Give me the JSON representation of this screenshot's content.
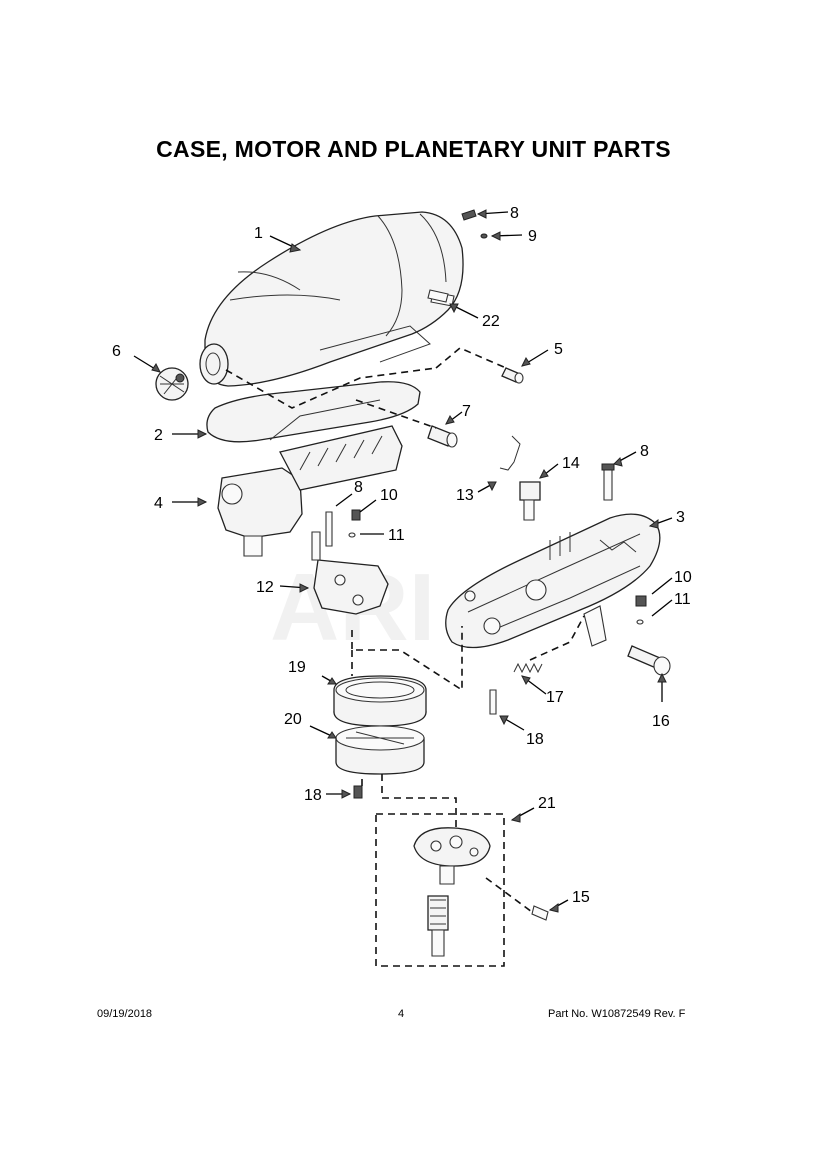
{
  "title": "CASE, MOTOR AND PLANETARY UNIT PARTS",
  "watermark": "ARI",
  "callouts": {
    "c1": "1",
    "c2": "2",
    "c3": "3",
    "c4": "4",
    "c5": "5",
    "c6": "6",
    "c7": "7",
    "c8a": "8",
    "c8b": "8",
    "c8c": "8",
    "c9": "9",
    "c10a": "10",
    "c10b": "10",
    "c11a": "11",
    "c11b": "11",
    "c12": "12",
    "c13": "13",
    "c14": "14",
    "c15": "15",
    "c16": "16",
    "c17": "17",
    "c18a": "18",
    "c18b": "18",
    "c19": "19",
    "c20": "20",
    "c21": "21",
    "c22": "22"
  },
  "footer": {
    "date": "09/19/2018",
    "page": "4",
    "part": "Part No.  W10872549  Rev. F"
  }
}
